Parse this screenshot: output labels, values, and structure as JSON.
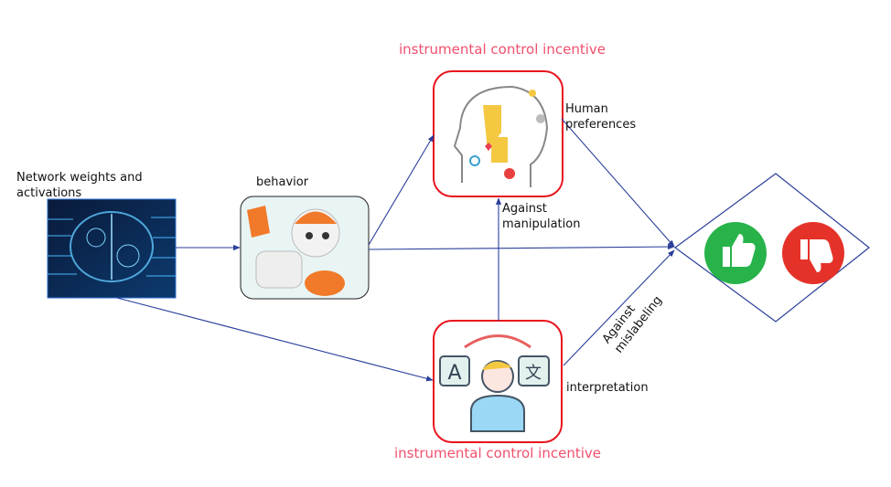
{
  "labels": {
    "network": "Network weights and activations",
    "behavior": "behavior",
    "human_preferences": "Human preferences",
    "against_manipulation": "Against manipulation",
    "interpretation": "interpretation",
    "against_mislabeling": "Against mislabeling",
    "incentive_top": "instrumental control incentive",
    "incentive_bottom": "instrumental control incentive"
  },
  "colors": {
    "arrow": "#2a3f9a",
    "incentive": "#f0506e",
    "box_border": "#e8141e",
    "approve": "#27b34a",
    "reject": "#e53229"
  }
}
